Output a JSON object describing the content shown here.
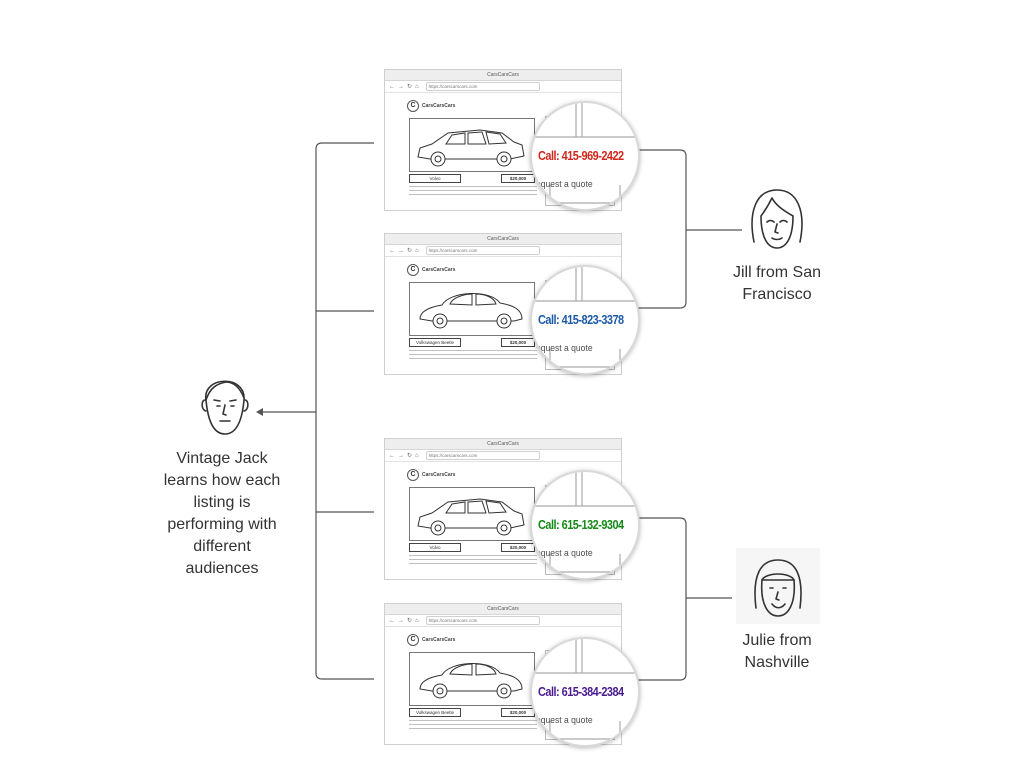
{
  "colors": {
    "line": "#555555",
    "call_red": "#d0271d",
    "call_blue": "#1c5aa8",
    "call_green": "#138a17",
    "call_purple": "#4b1a8f"
  },
  "center_person": {
    "icon": "man-face-icon",
    "label_lines": [
      "Vintage Jack",
      "learns how each",
      "listing is",
      "performing with",
      "different",
      "audiences"
    ]
  },
  "audiences": [
    {
      "icon": "woman-face-icon",
      "label_lines": [
        "Jill from San",
        "Francisco"
      ]
    },
    {
      "icon": "woman-face-icon",
      "label_lines": [
        "Julie from",
        "Nashville"
      ]
    }
  ],
  "listings": [
    {
      "window_title": "CarsCarsCars",
      "url": "https://carscarscars.com",
      "logo_letter": "C",
      "logo_text": "CarsCarsCars",
      "car_icon": "hatchback-car-icon",
      "model_label": "Volvo",
      "price_label": "$20,000",
      "call_text": "Call: 415-969-2422",
      "call_color": "#d0271d",
      "quote_text": "equest a quote"
    },
    {
      "window_title": "CarsCarsCars",
      "url": "https://carscarscars.com",
      "logo_letter": "C",
      "logo_text": "CarsCarsCars",
      "car_icon": "beetle-car-icon",
      "model_label": "Volkswagen Beetle",
      "price_label": "$20,000",
      "call_text": "Call: 415-823-3378",
      "call_color": "#1c5aa8",
      "quote_text": "equest a quote"
    },
    {
      "window_title": "CarsCarsCars",
      "url": "https://carscarscars.com",
      "logo_letter": "C",
      "logo_text": "CarsCarsCars",
      "car_icon": "hatchback-car-icon",
      "model_label": "Volvo",
      "price_label": "$20,000",
      "call_text": "Call: 615-132-9304",
      "call_color": "#138a17",
      "quote_text": "equest a quote"
    },
    {
      "window_title": "CarsCarsCars",
      "url": "https://carscarscars.com",
      "logo_letter": "C",
      "logo_text": "CarsCarsCars",
      "car_icon": "beetle-car-icon",
      "model_label": "Volkswagen Beetle",
      "price_label": "$20,000",
      "call_text": "Call: 615-384-2384",
      "call_color": "#4b1a8f",
      "quote_text": "equest a quote"
    }
  ]
}
